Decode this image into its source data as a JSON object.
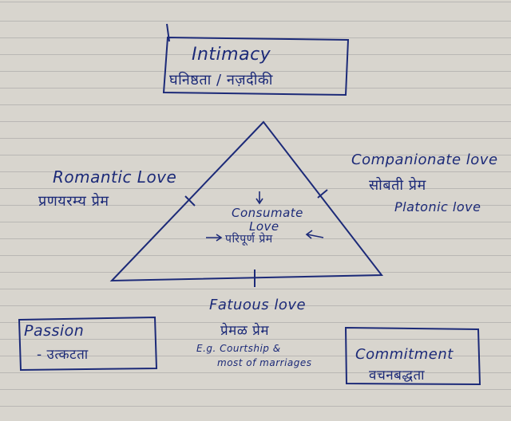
{
  "colors": {
    "ink": "#1c2a78",
    "paper": "#d8d5ce",
    "rule_line": "#b9b7b4"
  },
  "boxes": {
    "intimacy": {
      "en": "Intimacy",
      "hi": "घनिष्ठता / नज़दीकी"
    },
    "passion": {
      "en": "Passion",
      "hi": "- उत्कटता"
    },
    "commitment": {
      "en": "Commitment",
      "hi": "वचनबद्धता"
    }
  },
  "triangle": {
    "center": {
      "en": "Consumate Love",
      "line1": "Consumate",
      "line2": "Love",
      "hi": "परिपूर्ण प्रेम"
    }
  },
  "sides": {
    "left": {
      "en": "Romantic Love",
      "hi": "प्रणयरम्य प्रेम"
    },
    "right": {
      "en": "Companionate love",
      "hi": "सोबती प्रेम",
      "note": "Platonic love"
    },
    "bottom": {
      "en": "Fatuous love",
      "hi": "प्रेमळ प्रेम",
      "example_line1": "E.g. Courtship &",
      "example_line2": "most of marriages"
    }
  }
}
